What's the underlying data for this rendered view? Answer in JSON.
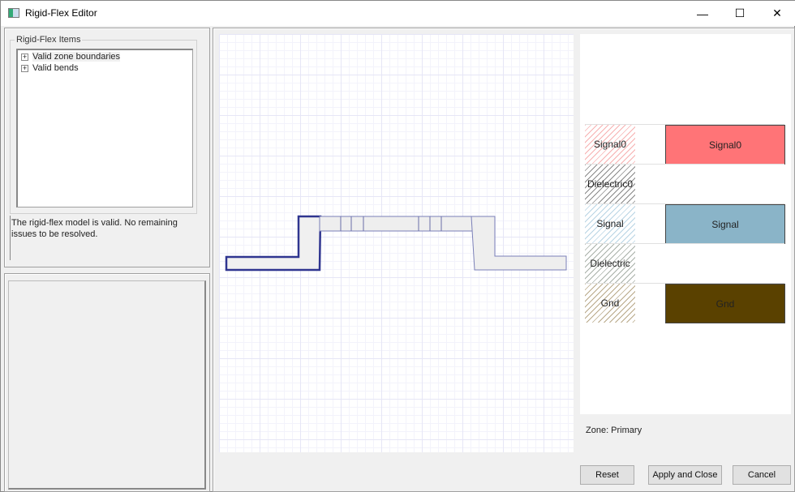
{
  "window": {
    "title": "Rigid-Flex Editor",
    "controls": [
      "—",
      "☐",
      "✕"
    ]
  },
  "items_panel": {
    "group_label": "Rigid-Flex Items",
    "tree": [
      {
        "label": "Valid zone boundaries",
        "expander": "+"
      },
      {
        "label": "Valid bends",
        "expander": "+"
      }
    ],
    "message": "The rigid-flex model is valid.  No remaining issues to be resolved."
  },
  "stackup": {
    "layers": [
      {
        "name": "Signal0",
        "hatch_color": "#f7b0b0",
        "fill": "#ff7477",
        "show_box": true
      },
      {
        "name": "Dielectric0",
        "hatch_color": "#888888",
        "fill": null,
        "show_box": false
      },
      {
        "name": "Signal",
        "hatch_color": "#b8d4e4",
        "fill": "#8ab4c8",
        "show_box": true
      },
      {
        "name": "Dielectric",
        "hatch_color": "#a8b0a8",
        "fill": null,
        "show_box": false
      },
      {
        "name": "Gnd",
        "hatch_color": "#b8a888",
        "fill": "#5a4100",
        "show_box": true
      }
    ]
  },
  "zone_label": "Zone: Primary",
  "buttons": {
    "reset": "Reset",
    "apply": "Apply and Close",
    "cancel": "Cancel"
  }
}
